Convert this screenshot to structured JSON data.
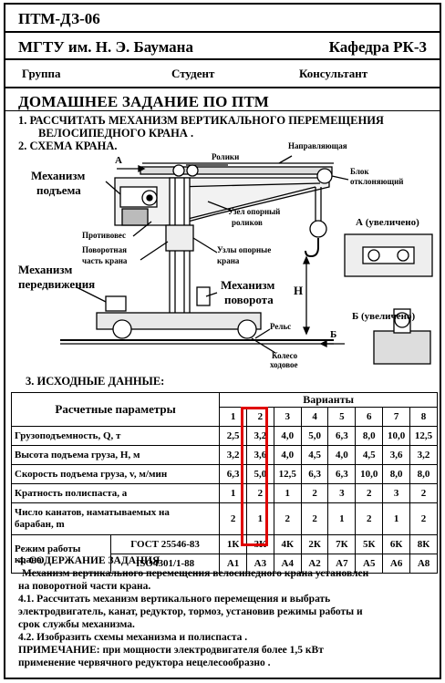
{
  "header": {
    "code": "ПТМ-ДЗ-06",
    "university": "МГТУ им. Н. Э. Баумана",
    "department": "Кафедра РК-3",
    "group_label": "Группа",
    "student_label": "Студент",
    "consultant_label": "Консультант"
  },
  "title": "ДОМАШНЕЕ ЗАДАНИЕ ПО ПТМ",
  "items": {
    "item1_line1": "1. РАССЧИТАТЬ МЕХАНИЗМ ВЕРТИКАЛЬНОГО ПЕРЕМЕЩЕНИЯ",
    "item1_line2": "ВЕЛОСИПЕДНОГО КРАНА .",
    "item2": "2. СХЕМА КРАНА.",
    "item3": "3. ИСХОДНЫЕ ДАННЫЕ:"
  },
  "diagram": {
    "labels": {
      "rolls": "Ролики",
      "guide": "Направляющая",
      "arrow_a": "А",
      "lift_mech_1": "Механизм",
      "lift_mech_2": "подъема",
      "block_1": "Блок",
      "block_2": "отклоняющий",
      "support_node_1": "Узел опорный",
      "support_node_2": "роликов",
      "a_enlarged": "А (увеличено)",
      "counterweight": "Противовес",
      "rotating_1": "Поворотная",
      "rotating_2": "часть крана",
      "support_nodes_1": "Узлы опорные",
      "support_nodes_2": "крана",
      "travel_mech_1": "Механизм",
      "travel_mech_2": "передвижения",
      "rotate_mech_1": "Механизм",
      "rotate_mech_2": "поворота",
      "h": "Н",
      "b_enlarged": "Б (увеличено)",
      "rail": "Рельс",
      "arrow_b": "Б",
      "wheel_1": "Колесо",
      "wheel_2": "ходовое"
    }
  },
  "table": {
    "params_header": "Расчетные параметры",
    "variants_header": "Варианты",
    "variants": [
      "1",
      "2",
      "3",
      "4",
      "5",
      "6",
      "7",
      "8"
    ],
    "rows": [
      {
        "name": "Грузоподъемность, Q, т",
        "values": [
          "2,5",
          "3,2",
          "4,0",
          "5,0",
          "6,3",
          "8,0",
          "10,0",
          "12,5"
        ]
      },
      {
        "name": "Высота подъема груза, Н, м",
        "values": [
          "3,2",
          "3,6",
          "4,0",
          "4,5",
          "4,0",
          "4,5",
          "3,6",
          "3,2"
        ]
      },
      {
        "name": "Скорость подъема груза, v, м/мин",
        "values": [
          "6,3",
          "5,0",
          "12,5",
          "6,3",
          "6,3",
          "10,0",
          "8,0",
          "8,0"
        ]
      },
      {
        "name": "Кратность полиспаста, а",
        "values": [
          "1",
          "2",
          "1",
          "2",
          "3",
          "2",
          "3",
          "2"
        ]
      }
    ],
    "ropes_name_1": "Число канатов, наматываемых на",
    "ropes_name_2": "барабан, m",
    "ropes_values": [
      "2",
      "1",
      "2",
      "2",
      "1",
      "2",
      "1",
      "2"
    ],
    "mode_name_1": "Режим работы",
    "mode_name_2": "крана",
    "gost_1": "ГОСТ 25546-83",
    "gost_2": "ISO4301/1-88",
    "mode_gost_values": [
      "1К",
      "3К",
      "4К",
      "2К",
      "7К",
      "5К",
      "6К",
      "8К"
    ],
    "mode_iso_values": [
      "А1",
      "А3",
      "А4",
      "А2",
      "А7",
      "А5",
      "А6",
      "А8"
    ]
  },
  "task": {
    "heading": "4. СОДЕРЖАНИЕ ЗАДАНИЯ",
    "line1": "Механизм вертикального перемещения  велосипедного крана установлен",
    "line2": "на поворотной части крана.",
    "line3": "4.1. Рассчитать механизм вертикального перемещения и выбрать",
    "line4": "электродвигатель, канат, редуктор, тормоз, установив режимы работы и",
    "line5": "срок службы механизма.",
    "line6": "4.2. Изобразить схемы механизма и полиспаста .",
    "line7": "ПРИМЕЧАНИЕ: при мощности электродвигателя более 1,5 кВт",
    "line8": "применение червячного редуктора  нецелесообразно ."
  }
}
